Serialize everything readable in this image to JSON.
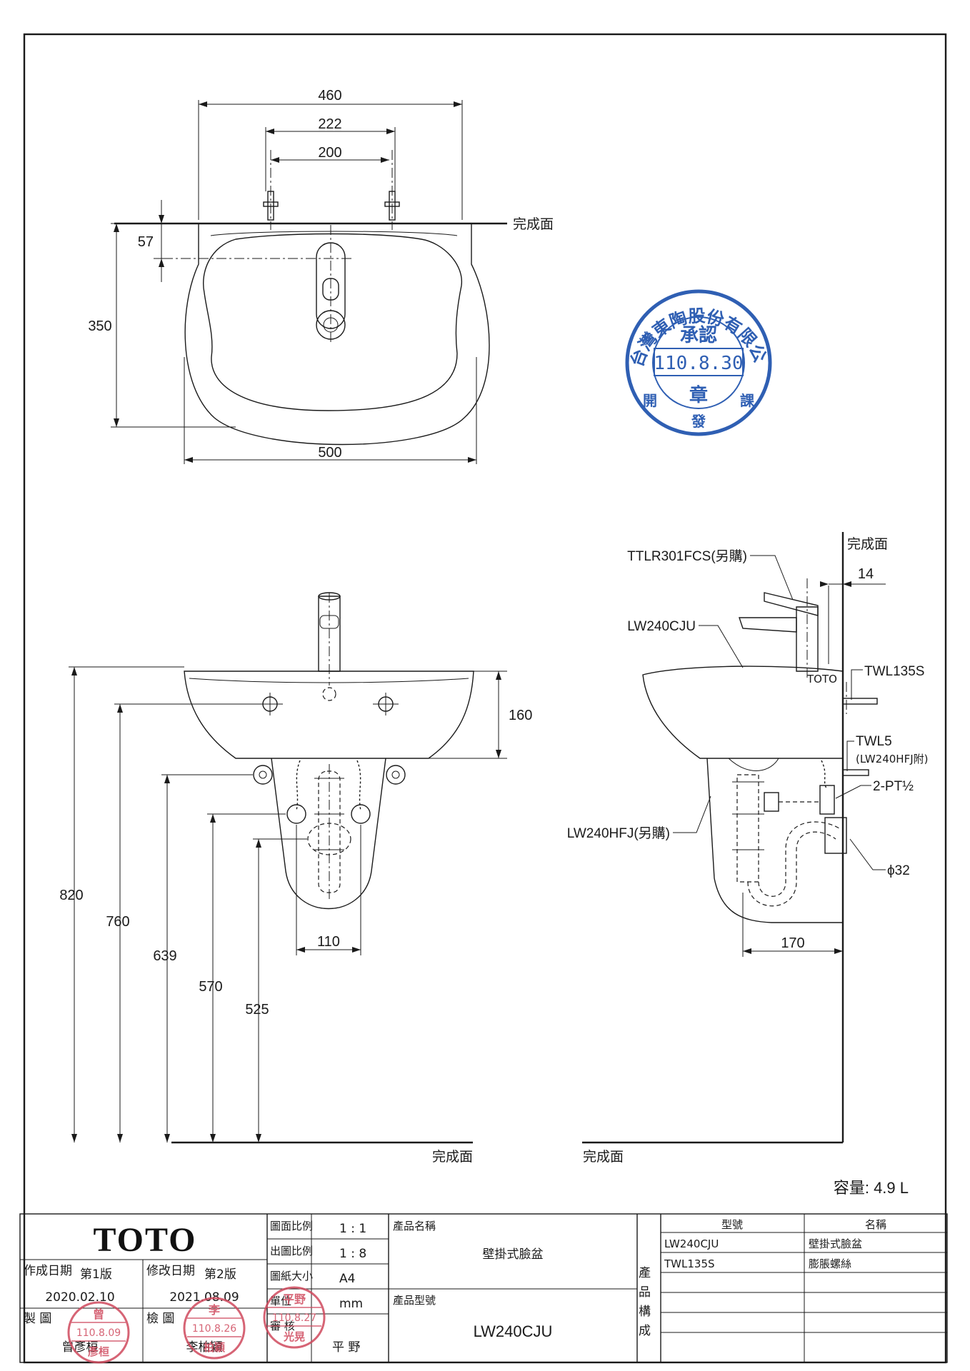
{
  "finish_surface": "完成面",
  "top_view": {
    "dim_460": "460",
    "dim_222": "222",
    "dim_200": "200",
    "dim_57": "57",
    "dim_350": "350",
    "dim_500": "500"
  },
  "front_view": {
    "dim_160": "160",
    "dim_820": "820",
    "dim_760": "760",
    "dim_639": "639",
    "dim_570": "570",
    "dim_525": "525",
    "dim_110": "110"
  },
  "side_view": {
    "dim_14": "14",
    "dim_170": "170",
    "faucet_label": "TTLR301FCS(另購)",
    "basin_label": "LW240CJU",
    "bolt_label": "TWL135S",
    "twl5_label": "TWL5",
    "twl5_note": "(LW240HFJ附)",
    "pt_label": "2-PT½",
    "pipe_label": "ϕ32",
    "trap_label": "LW240HFJ(另購)",
    "brand_mark": "TOTO"
  },
  "capacity": "容量: 4.9 L",
  "approval_seal": {
    "ring_text": "台灣東陶股份有限公司",
    "title": "承認",
    "date": "110.8.30",
    "center": "章",
    "left": "開",
    "bottom": "發",
    "right": "課"
  },
  "title_block": {
    "logo": "TOTO",
    "created_label": "作成日期",
    "created_ver": "第1版",
    "created_date": "2020.02.10",
    "revised_label": "修改日期",
    "revised_ver": "第2版",
    "revised_date": "2021.08.09",
    "drawn_label": "製 圖",
    "drawn_by": "曾彥桓",
    "checked_label": "檢 圖",
    "checked_by": "李柏穎",
    "approved_label": "審 核",
    "approved_by": "平 野",
    "scale1_label": "圖面比例",
    "scale1_value": "1 : 1",
    "scale2_label": "出圖比例",
    "scale2_value": "1 : 8",
    "paper_label": "圖紙大小",
    "paper_value": "A4",
    "unit_label": "單位",
    "unit_value": "mm",
    "product_name_label": "產品名稱",
    "product_name": "壁掛式臉盆",
    "product_model_label": "產品型號",
    "product_model": "LW240CJU",
    "composition_label": "產品構成",
    "col_model": "型號",
    "col_name": "名稱",
    "rows": [
      {
        "model": "LW240CJU",
        "name": "壁掛式臉盆"
      },
      {
        "model": "TWL135S",
        "name": "膨脹螺絲"
      }
    ]
  },
  "red_stamps": {
    "s1_top": "曾",
    "s1_date": "110.8.09",
    "s1_bottom": "彥桓",
    "s2_top": "李",
    "s2_date": "110.8.26",
    "s2_bottom": "柏穎",
    "s3_top": "平野",
    "s3_date": "110.8.27",
    "s3_bottom": "光晃"
  }
}
